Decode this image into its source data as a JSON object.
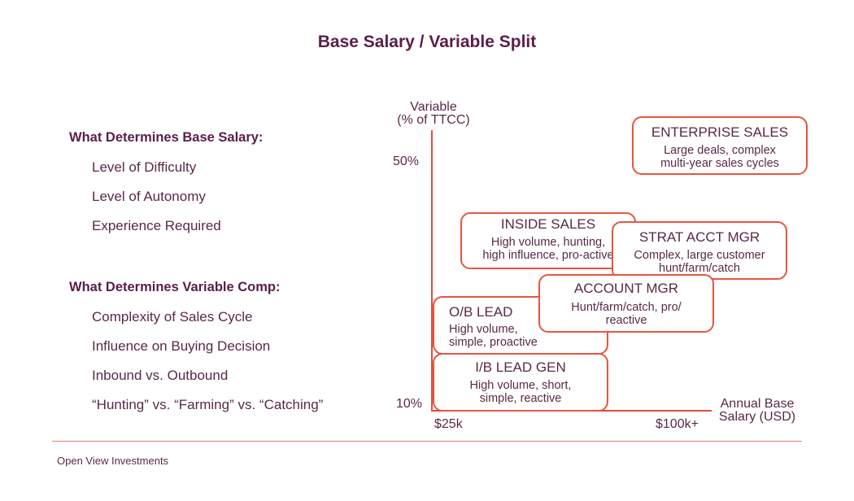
{
  "title": "Base Salary / Variable Split",
  "base_heading": "What Determines Base Salary:",
  "base_factors": [
    "Level of Difficulty",
    "Level of Autonomy",
    "Experience Required"
  ],
  "variable_heading": "What Determines Variable Comp:",
  "variable_factors": [
    "Complexity of Sales Cycle",
    "Influence on Buying Decision",
    "Inbound vs. Outbound",
    "“Hunting” vs. “Farming” vs. “Catching”"
  ],
  "y_axis_label_line1": "Variable",
  "y_axis_label_line2": "(% of TTCC)",
  "y_tick_high": "50%",
  "y_tick_low": "10%",
  "x_tick_low": "$25k",
  "x_tick_high": "$100k+",
  "x_axis_label_line1": "Annual Base",
  "x_axis_label_line2": "Salary (USD)",
  "roles": {
    "enterprise": {
      "title": "ENTERPRISE SALES",
      "line1": "Large deals, complex",
      "line2": "multi-year sales cycles"
    },
    "inside": {
      "title": "INSIDE SALES",
      "line1": "High volume, hunting,",
      "line2": "high influence, pro-active"
    },
    "strat": {
      "title": "STRAT ACCT MGR",
      "line1": "Complex, large customer",
      "line2": "hunt/farm/catch"
    },
    "account": {
      "title": "ACCOUNT MGR",
      "line1": "Hunt/farm/catch, pro/",
      "line2": "reactive"
    },
    "ob_lead": {
      "title": "O/B LEAD",
      "line1": "High volume,",
      "line2": "simple, proactive"
    },
    "ib_lead": {
      "title": "I/B LEAD GEN",
      "line1": "High volume, short,",
      "line2": "simple, reactive"
    }
  },
  "footer": "Open View Investments",
  "colors": {
    "accent": "#e8553f",
    "text": "#5a2848"
  }
}
